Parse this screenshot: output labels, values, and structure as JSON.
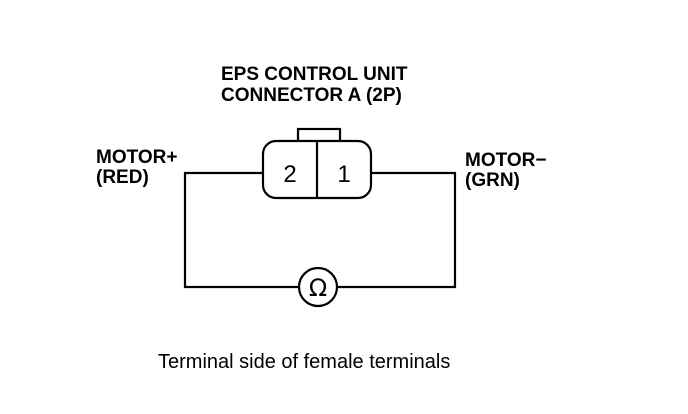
{
  "connector": {
    "title_line1": "EPS CONTROL UNIT",
    "title_line2": "CONNECTOR A (2P)",
    "pin_left": "2",
    "pin_right": "1"
  },
  "left_terminal": {
    "name": "MOTOR+",
    "color": "(RED)"
  },
  "right_terminal": {
    "name": "MOTOR−",
    "color": "(GRN)"
  },
  "meter": {
    "symbol": "Ω"
  },
  "caption": "Terminal side of female terminals"
}
